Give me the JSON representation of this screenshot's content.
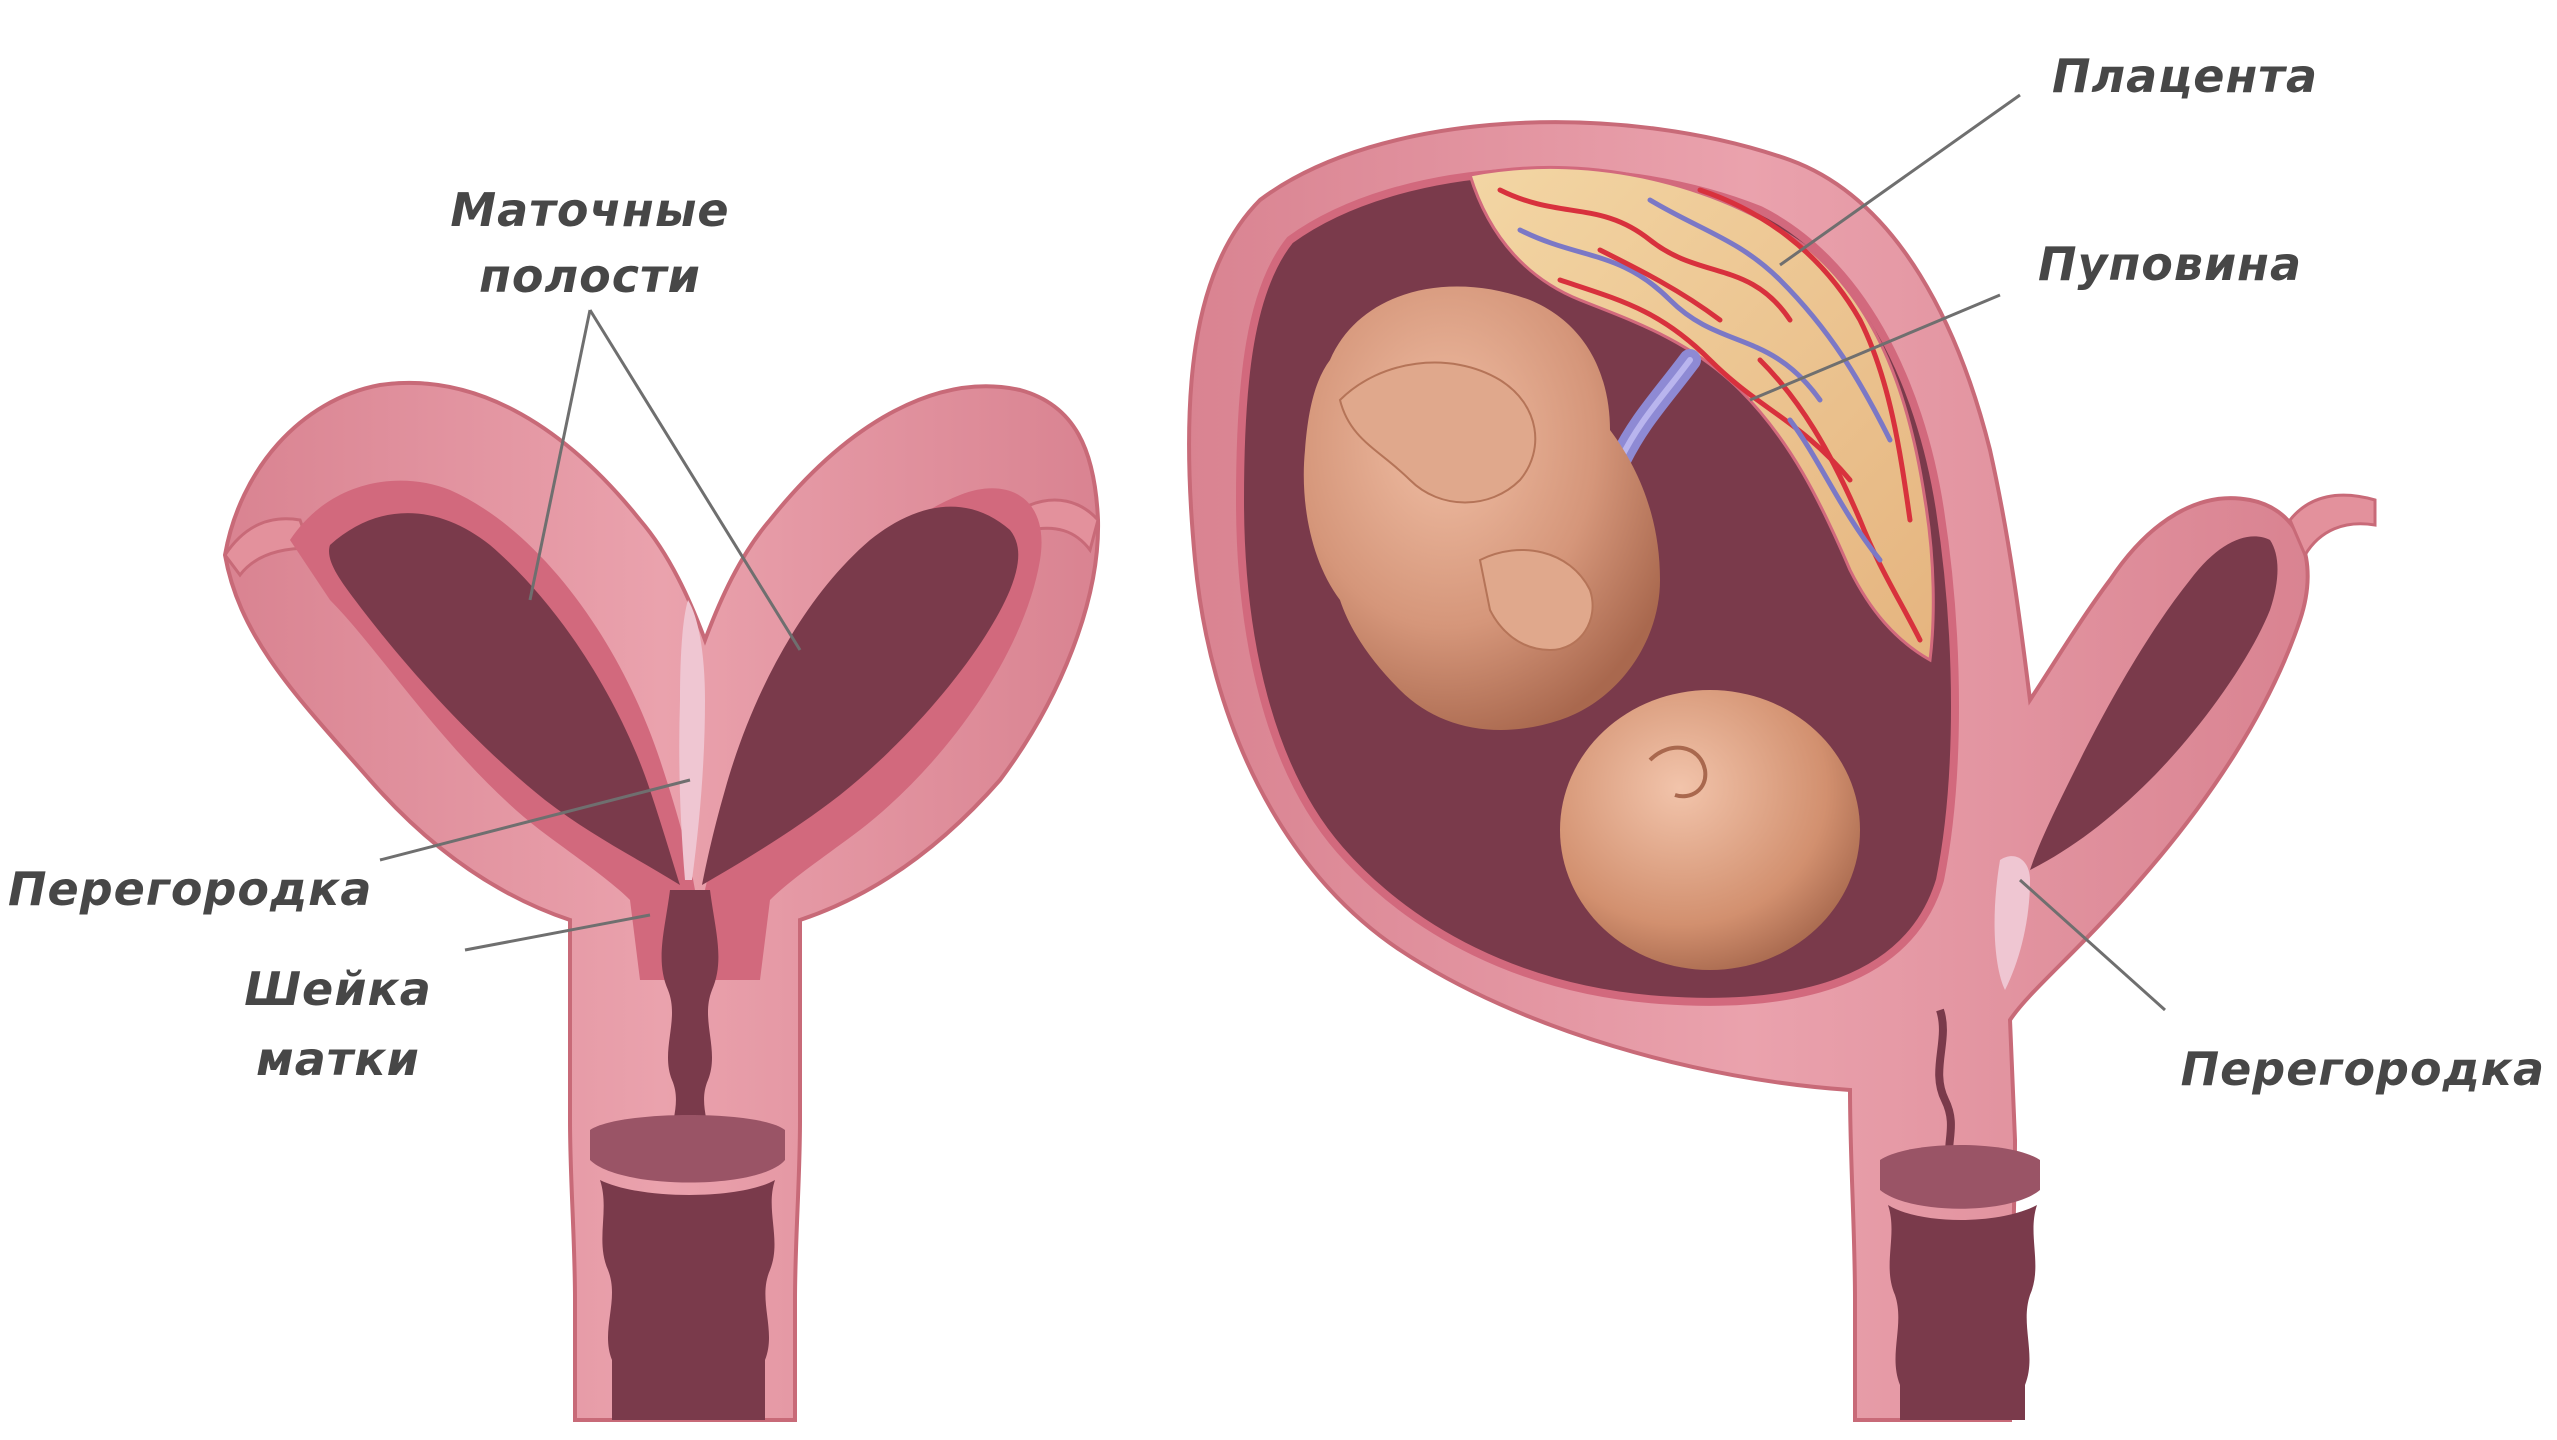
{
  "labels": {
    "uterine_cavities_line1": "Маточные",
    "uterine_cavities_line2": "полости",
    "septum_left": "Перегородка",
    "cervix_line1": "Шейка",
    "cervix_line2": "матки",
    "placenta": "Плацента",
    "umbilical_cord": "Пуповина",
    "septum_right": "Перегородка"
  },
  "colors": {
    "background": "#ffffff",
    "uterine_wall": "#e3919c",
    "uterine_wall_outline": "#c86a78",
    "wall_inner_layer": "#d2697d",
    "cavity": "#7a3a4b",
    "cavity_light": "#9a5466",
    "septum": "#efc6d2",
    "fetus": "#d5967a",
    "fetus_shadow": "#a9684e",
    "placenta": "#e9c28a",
    "vessels_red": "#d8313d",
    "vessels_blue": "#7b78c6",
    "label_text": "#474747",
    "leader_line": "#6f6f6f"
  }
}
